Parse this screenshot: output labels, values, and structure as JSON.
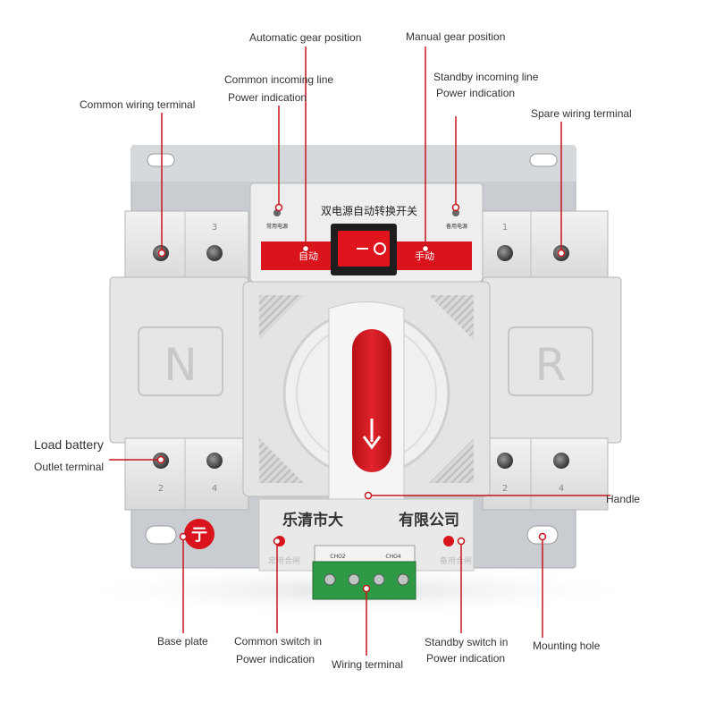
{
  "product": {
    "cn_title": "双电源自动转换开关",
    "auto_label": "自动",
    "manual_label": "手动",
    "left_led_label": "常用电源",
    "right_led_label": "备用电源",
    "left_bottom_led_label": "常用合闸",
    "right_bottom_led_label": "备用合闸",
    "company": "乐清市大",
    "company_tail": "有限公司",
    "pole_left": "N",
    "pole_right": "R",
    "top_numbers": [
      "3",
      "1"
    ],
    "bottom_numbers": [
      "2",
      "4",
      "2",
      "4"
    ],
    "terminal_labels": [
      "CHO2",
      "CHO4"
    ],
    "colors": {
      "accent": "#d9141c",
      "body": "#e8e8e8",
      "frame": "#c8ccd0",
      "terminal_green": "#2f9a46",
      "leader_line": "#c8141c"
    }
  },
  "annotations": [
    {
      "id": "automatic-gear-position",
      "lines": [
        "Automatic gear position"
      ]
    },
    {
      "id": "manual-gear-position",
      "lines": [
        "Manual gear position"
      ]
    },
    {
      "id": "common-incoming-line",
      "lines": [
        "Common incoming line",
        "Power indication"
      ]
    },
    {
      "id": "standby-incoming-line",
      "lines": [
        "Standby incoming line",
        "Power indication"
      ]
    },
    {
      "id": "common-wiring-terminal",
      "lines": [
        "Common wiring terminal"
      ]
    },
    {
      "id": "spare-wiring-terminal",
      "lines": [
        "Spare wiring terminal"
      ]
    },
    {
      "id": "load-battery",
      "lines": [
        "Load battery"
      ]
    },
    {
      "id": "outlet-terminal",
      "lines": [
        "Outlet terminal"
      ]
    },
    {
      "id": "handle",
      "lines": [
        "Handle"
      ]
    },
    {
      "id": "base-plate",
      "lines": [
        "Base plate"
      ]
    },
    {
      "id": "common-switch-in",
      "lines": [
        "Common switch in",
        "Power indication"
      ]
    },
    {
      "id": "wiring-terminal",
      "lines": [
        "Wiring terminal"
      ]
    },
    {
      "id": "standby-switch-in",
      "lines": [
        "Standby switch in",
        "Power indication"
      ]
    },
    {
      "id": "mounting-hole",
      "lines": [
        "Mounting hole"
      ]
    }
  ]
}
